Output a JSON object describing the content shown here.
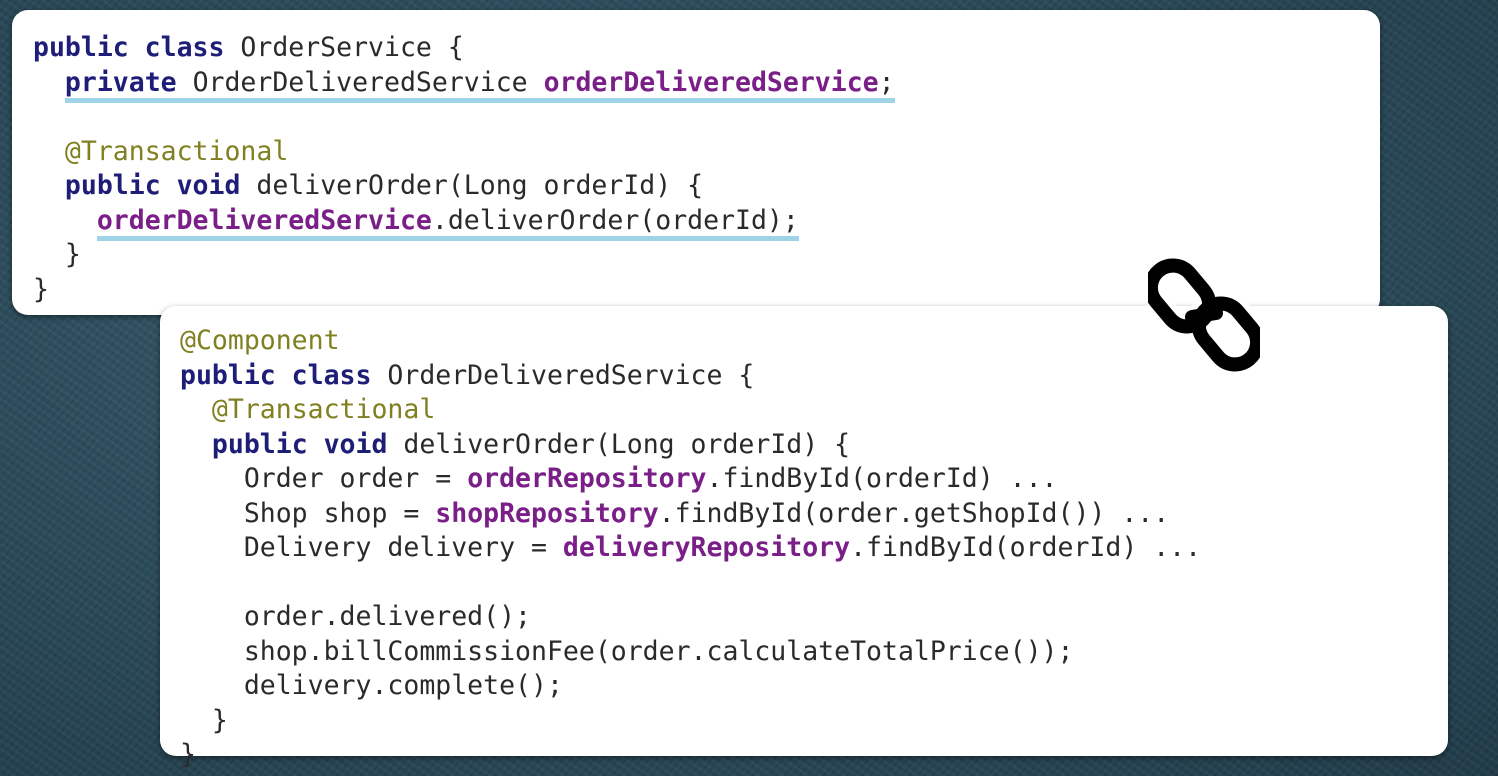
{
  "top_code": {
    "line1": {
      "kw": "public class",
      "name": " OrderService {"
    },
    "line2": {
      "indent": "  ",
      "kw": "private",
      "type": " OrderDeliveredService ",
      "field": "orderDeliveredService",
      "end": ";"
    },
    "line4": {
      "indent": "  ",
      "annotation": "@Transactional"
    },
    "line5": {
      "indent": "  ",
      "kw": "public void",
      "rest": " deliverOrder(Long orderId) {"
    },
    "line6": {
      "indent": "    ",
      "field": "orderDeliveredService",
      "rest": ".deliverOrder(orderId);"
    },
    "line7": {
      "text": "  }"
    },
    "line8": {
      "text": "}"
    }
  },
  "bottom_code": {
    "line1": {
      "annotation": "@Component"
    },
    "line2": {
      "kw": "public class",
      "name": " OrderDeliveredService {"
    },
    "line3": {
      "indent": "  ",
      "annotation": "@Transactional"
    },
    "line4": {
      "indent": "  ",
      "kw": "public void",
      "rest": " deliverOrder(Long orderId) {"
    },
    "line5": {
      "pre": "    Order order = ",
      "field": "orderRepository",
      "rest": ".findById(orderId) ..."
    },
    "line6": {
      "pre": "    Shop shop = ",
      "field": "shopRepository",
      "rest": ".findById(order.getShopId()) ..."
    },
    "line7": {
      "pre": "    Delivery delivery = ",
      "field": "deliveryRepository",
      "rest": ".findById(orderId) ..."
    },
    "line9": {
      "text": "    order.delivered();"
    },
    "line10": {
      "text": "    shop.billCommissionFee(order.calculateTotalPrice());"
    },
    "line11": {
      "text": "    delivery.complete();"
    },
    "line12": {
      "text": "  }"
    },
    "line13": {
      "text": "}"
    }
  },
  "icons": {
    "link": "chain-link-icon"
  },
  "colors": {
    "keyword": "#1e1e78",
    "annotation": "#808020",
    "field": "#7a1f88",
    "underline": "#9fd3e8",
    "text": "#2a2a2a",
    "background": "#2b4c5c"
  }
}
